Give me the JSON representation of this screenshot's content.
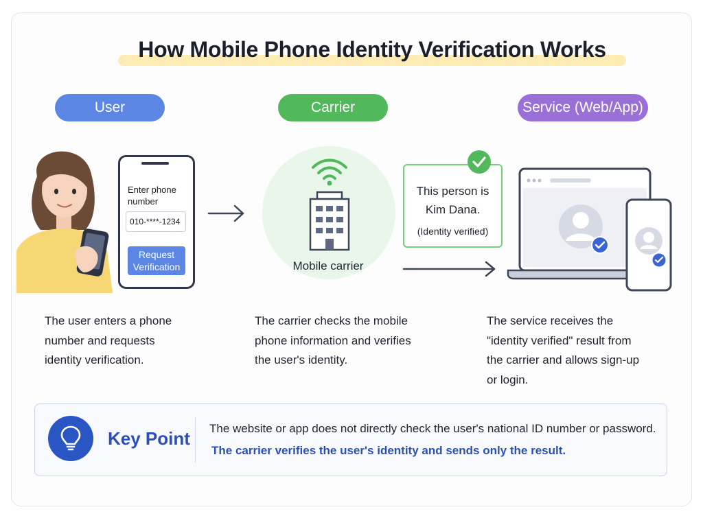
{
  "title": "How Mobile Phone Identity Verification Works",
  "columns": {
    "user": {
      "label": "User",
      "color": "#5b86e3",
      "description": [
        "The user enters a phone",
        "number and requests",
        "identity verification."
      ]
    },
    "carrier": {
      "label": "Carrier",
      "color": "#52b85c",
      "description": [
        "The carrier checks the mobile",
        "phone information and verifies",
        "the user's identity."
      ]
    },
    "service": {
      "label": "Service (Web/App)",
      "color": "#9b6fd8",
      "description": [
        "The service receives the",
        "\"identity verified\" result from",
        "the carrier and allows sign-up",
        "or login."
      ]
    }
  },
  "phone_form": {
    "prompt_line1": "Enter phone",
    "prompt_line2": "number",
    "input_value": "010-****-1234",
    "button_line1": "Request",
    "button_line2": "Verification"
  },
  "carrier_illustration": {
    "label": "Mobile carrier",
    "icons": [
      "wifi-signal-icon",
      "building-icon"
    ]
  },
  "verified_result": {
    "line1": "This person is",
    "line2": "Kim Dana.",
    "line3": "(Identity verified)",
    "icon": "check-icon"
  },
  "key_point": {
    "title": "Key Point",
    "icon": "lightbulb-icon",
    "line1": "The website or app does not directly check the user's national ID number or password.",
    "line2": "The carrier verifies the user's identity and sends only the result."
  },
  "colors": {
    "accent_blue": "#2a4fb8",
    "highlight_yellow": "#fbe7a6",
    "verified_green": "#52b85c",
    "service_purple": "#9b6fd8"
  }
}
